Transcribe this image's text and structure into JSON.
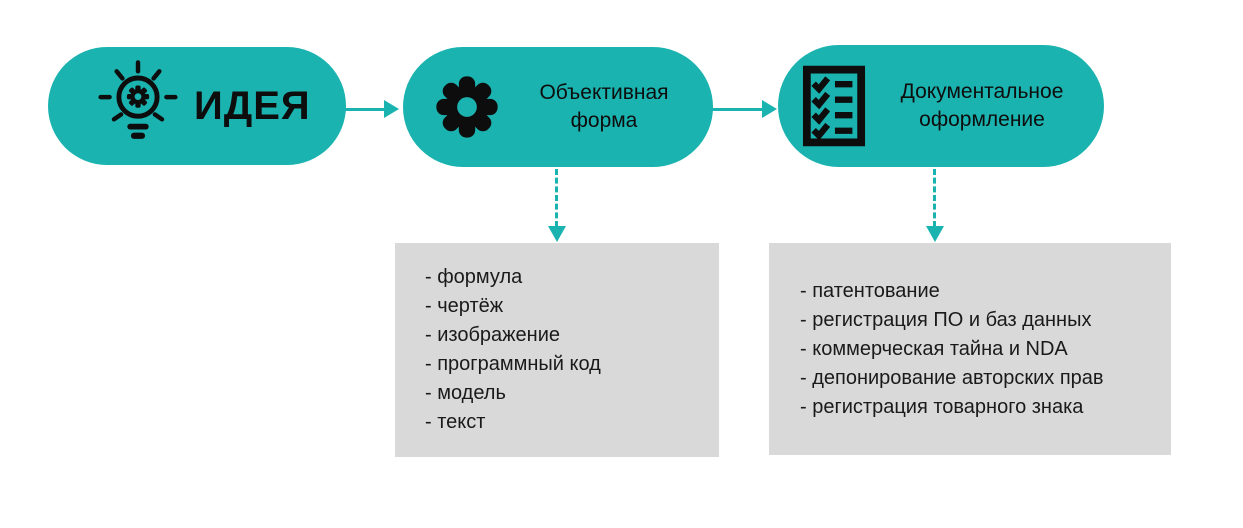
{
  "colors": {
    "accent_teal": "#1AB3B0",
    "box_gray": "#D9D9D9",
    "text_dark": "#0D0D0D"
  },
  "flow": {
    "nodes": [
      {
        "id": "idea",
        "label": "ИДЕЯ",
        "icon": "lightbulb-gear-icon"
      },
      {
        "id": "objective-form",
        "label": "Объективная форма",
        "icon": "gear-icon"
      },
      {
        "id": "documentation",
        "label": "Документальное оформление",
        "icon": "checklist-icon"
      }
    ]
  },
  "details": {
    "objective_form_items": [
      "- формула",
      "- чертёж",
      "- изображение",
      "- программный код",
      "- модель",
      "- текст"
    ],
    "documentation_items": [
      "- патентование",
      "- регистрация ПО и баз данных",
      "- коммерческая тайна и NDA",
      "- депонирование авторских прав",
      "- регистрация товарного знака"
    ]
  }
}
